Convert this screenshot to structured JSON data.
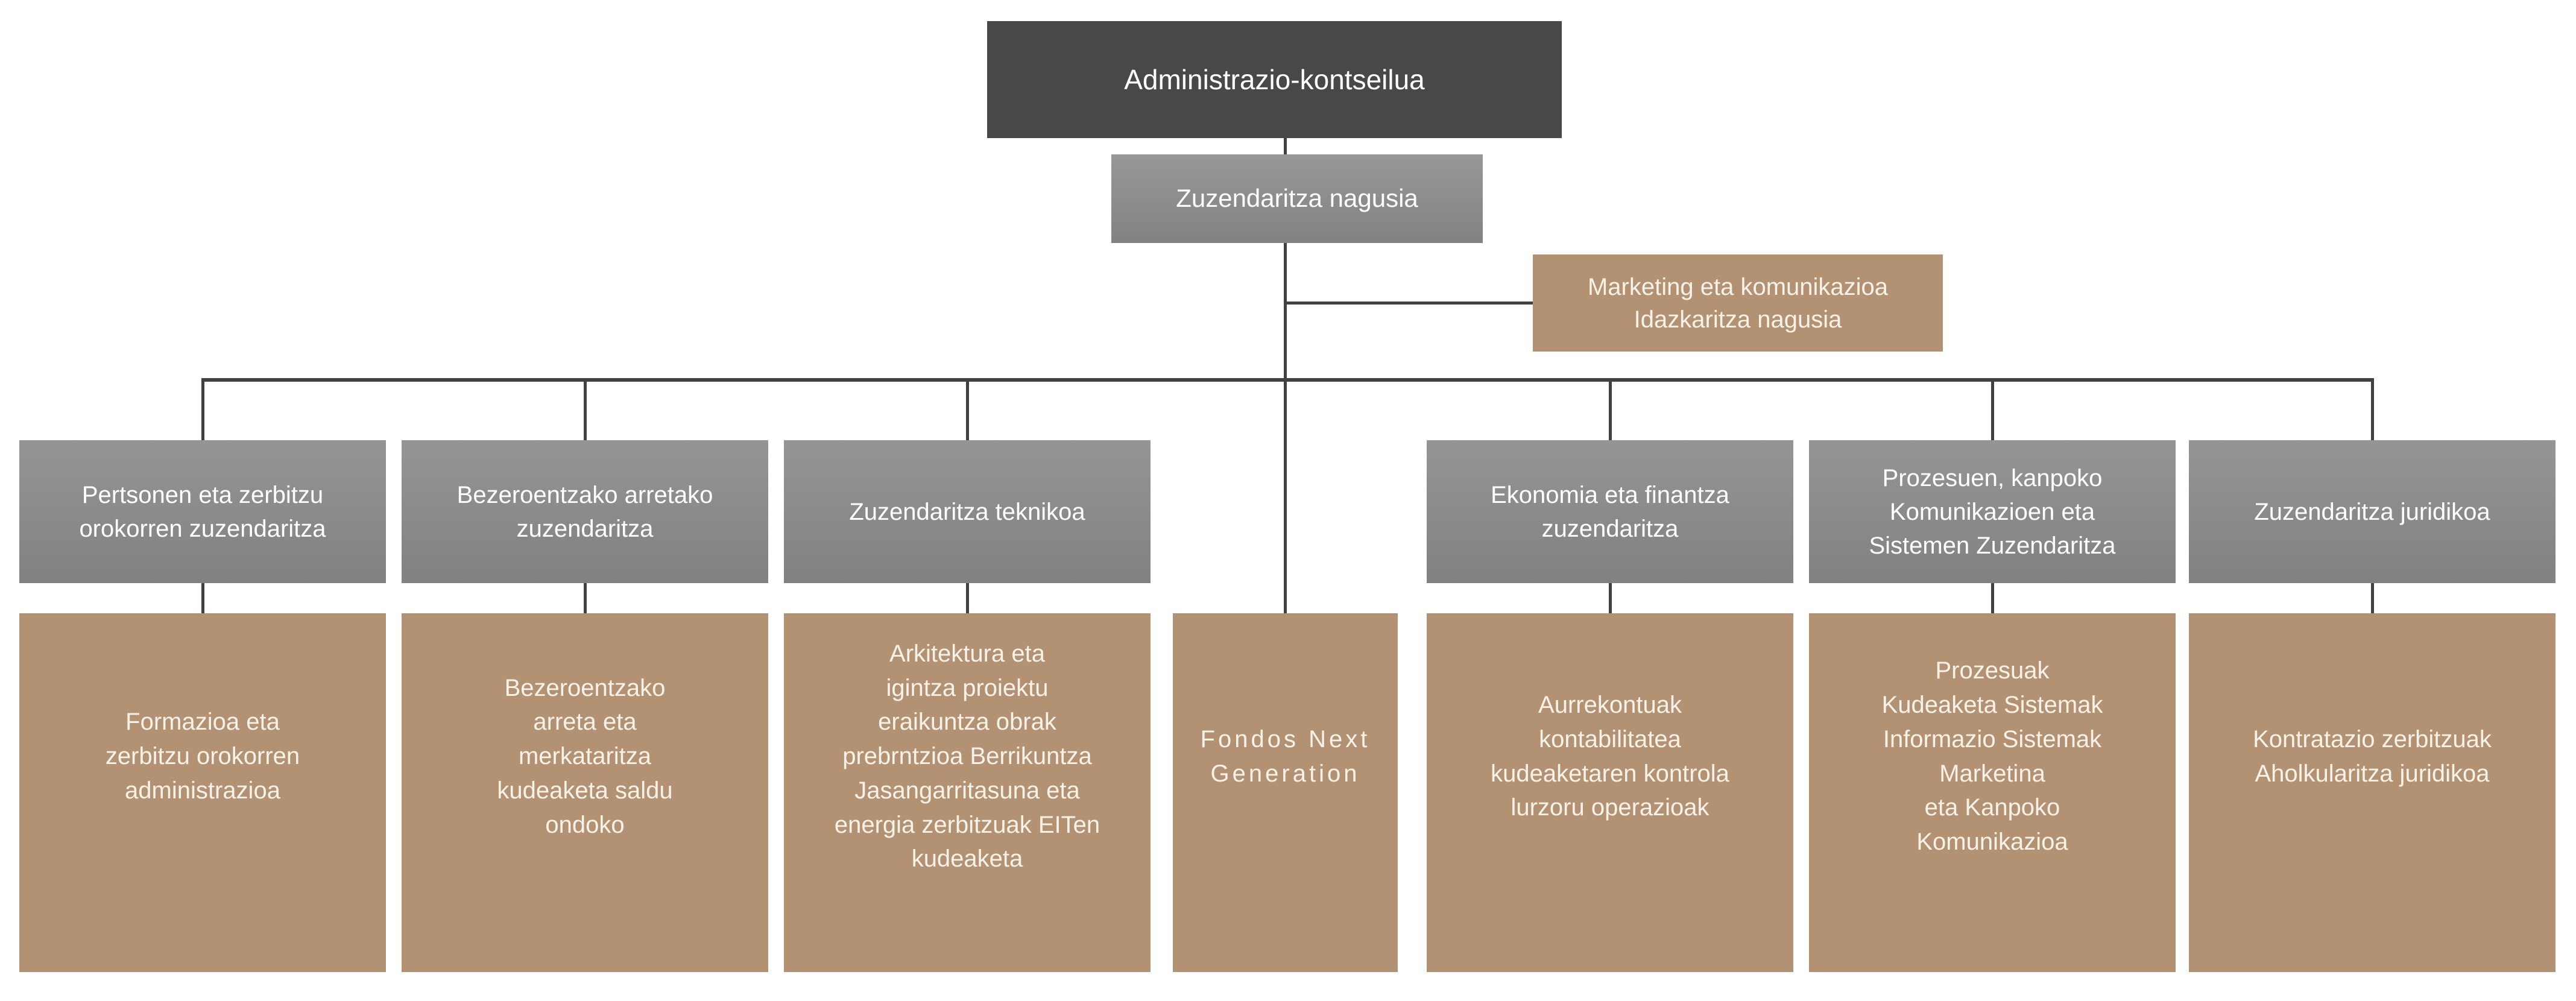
{
  "org": {
    "board": {
      "label": "Administrazio-kontseilua"
    },
    "general_management": {
      "label": "Zuzendaritza nagusia"
    },
    "staff_unit": {
      "label": "Marketing eta komunikazioa\nIdazkaritza nagusia"
    },
    "departments": [
      {
        "label": "Pertsonen eta zerbitzu\norokorren zuzendaritza"
      },
      {
        "label": "Bezeroentzako arretako\nzuzendaritza"
      },
      {
        "label": "Zuzendaritza teknikoa"
      },
      {
        "label": "Ekonomia eta finantza\nzuzendaritza"
      },
      {
        "label": "Prozesuen, kanpoko\nKomunikazioen eta\nSistemen Zuzendaritza"
      },
      {
        "label": "Zuzendaritza juridikoa"
      }
    ],
    "units": [
      {
        "label": "Formazioa eta\nzerbitzu orokorren\nadministrazioa"
      },
      {
        "label": "Bezeroentzako\narreta eta\nmerkataritza\nkudeaketa saldu\nondoko"
      },
      {
        "label": "Arkitektura eta\nigintza proiektu\neraikuntza obrak\nprebrntzioa Berrikuntza\nJasangarritasuna eta\nenergia zerbitzuak EITen\nkudeaketa"
      },
      {
        "label": "Fondos Next\nGeneration"
      },
      {
        "label": "Aurrekontuak\nkontabilitatea\nkudeaketaren kontrola\nlurzoru operazioak"
      },
      {
        "label": "Prozesuak\nKudeaketa Sistemak\nInformazio Sistemak\nMarketina\neta Kanpoko\nKomunikazioa"
      },
      {
        "label": "Kontratazio zerbitzuak\nAholkularitza juridikoa"
      }
    ]
  },
  "colors": {
    "board_bg": "#484848",
    "department_bg": "#8b8b8b",
    "unit_bg": "#b39273",
    "connector": "#414141",
    "department_text": "#ffffff",
    "unit_text": "#f7f2e8",
    "page_bg": "#ffffff"
  }
}
